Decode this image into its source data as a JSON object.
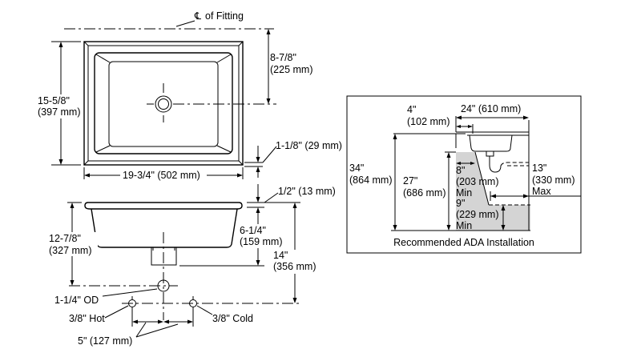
{
  "diagram": {
    "title": "Undercounter sink dimension drawing",
    "top_view": {
      "centerline_label": "of Fitting",
      "centerline_symbol": "℄",
      "height_in": "15-5/8\"",
      "height_mm": "(397 mm)",
      "width_label": "19-3/4\" (502 mm)",
      "drain_offset_in": "8-7/8\"",
      "drain_offset_mm": "(225 mm)",
      "rim_label": "1-1/8\" (29 mm)"
    },
    "side_view": {
      "rim_thickness_label": "1/2\" (13 mm)",
      "bowl_depth_in": "6-1/4\"",
      "bowl_depth_mm": "(159 mm)",
      "overall_in": "14\"",
      "overall_mm": "(356 mm)",
      "drain_height_in": "12-7/8\"",
      "drain_height_mm": "(327 mm)",
      "drain_od_label": "1-1/4\" OD",
      "hot_label": "3/8\" Hot",
      "cold_label": "3/8\" Cold",
      "supply_spacing_label": "5\" (127 mm)"
    },
    "ada_panel": {
      "caption": "Recommended ADA Installation",
      "counter_width": "24\" (610 mm)",
      "setback_in": "4\"",
      "setback_mm": "(102 mm)",
      "counter_height_in": "34\"",
      "counter_height_mm": "(864 mm)",
      "knee_height_in": "27\"",
      "knee_height_mm": "(686 mm)",
      "knee_depth_in": "8\"",
      "knee_depth_mm": "(203 mm)",
      "knee_depth_note": "Min",
      "toe_height_in": "9\"",
      "toe_height_mm": "(229 mm)",
      "toe_height_note": "Min",
      "pipe_in": "13\"",
      "pipe_mm": "(330 mm)",
      "pipe_note": "Max"
    }
  }
}
